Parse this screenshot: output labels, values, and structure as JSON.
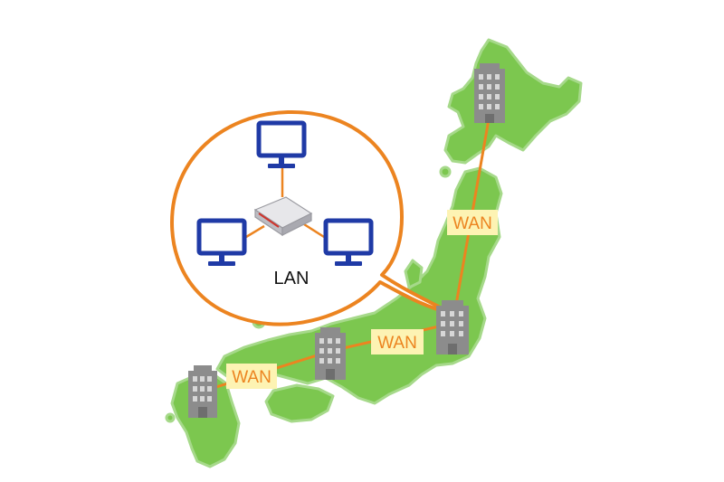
{
  "labels": {
    "lan": "LAN",
    "wan_north": "WAN",
    "wan_middle": "WAN",
    "wan_west": "WAN"
  },
  "icons": {
    "building": "office-building-icon",
    "monitor": "monitor-icon",
    "router": "router-icon",
    "map": "japan-map"
  },
  "colors": {
    "land": "#7cc74f",
    "land_outline": "#a6d98a",
    "link": "#ec8420",
    "bubble_stroke": "#ec8420",
    "wan_label_bg": "#fdf3b3",
    "wan_label_text": "#ec8420",
    "monitor": "#1f3aa6",
    "building": "#8c8c8c",
    "router": "#d8d8dc",
    "router_stripe": "#d0342c"
  }
}
